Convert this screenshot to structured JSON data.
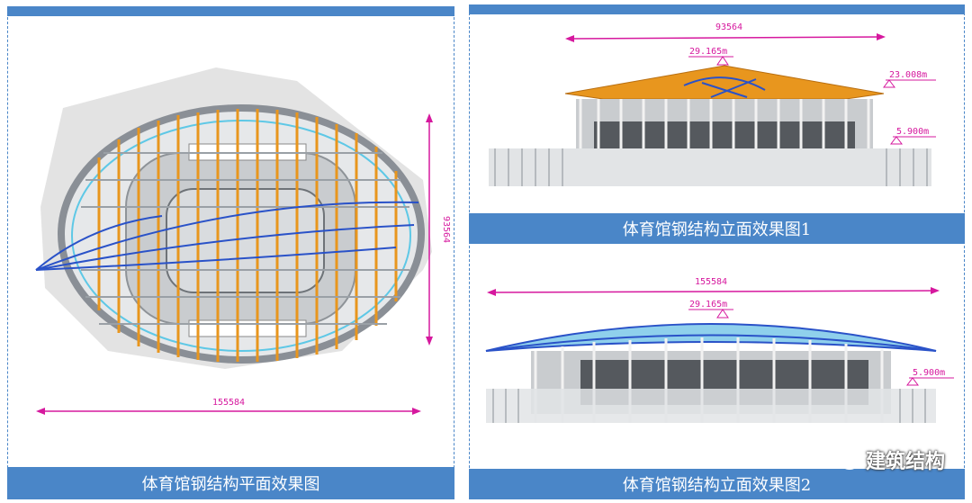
{
  "plan": {
    "caption": "体育馆钢结构平面效果图",
    "dim_horizontal": "155584",
    "dim_vertical": "93564"
  },
  "elev1": {
    "caption": "体育馆钢结构立面效果图1",
    "dim_width": "93564",
    "elev_top": "29.165m",
    "elev_eave": "23.008m",
    "elev_base": "5.900m"
  },
  "elev2": {
    "caption": "体育馆钢结构立面效果图2",
    "dim_width": "155584",
    "elev_top": "29.165m",
    "elev_base": "5.900m"
  },
  "watermark": {
    "text": "建筑结构",
    "icon": "wechat-icon"
  },
  "colors": {
    "accent": "#4a86c8",
    "dimension": "#d6189e",
    "roof": "#e8961e",
    "truss": "#2a52c8"
  }
}
